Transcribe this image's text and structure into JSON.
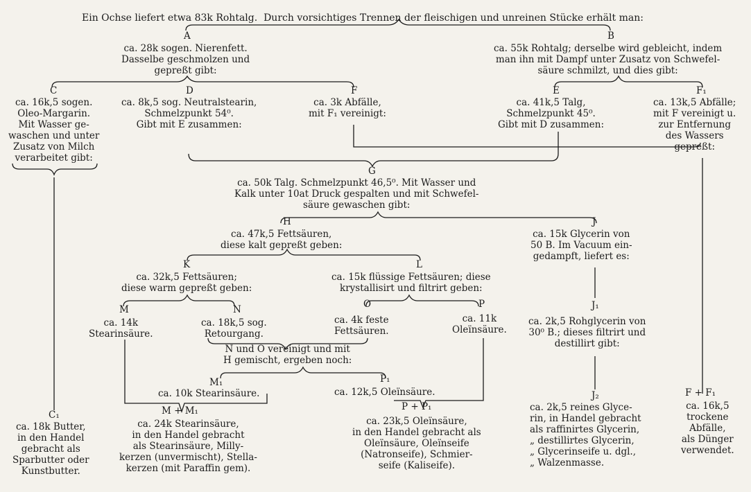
{
  "title": "Ein Ochse liefert etwa 83k Rohtalg.  Durch vorsichtiges Trennen der fleischigen und unreinen Stücke erhält man:",
  "nodes": {
    "A": {
      "label": "A",
      "text": "ca. 28k sogen. Nierenfett.\nDasselbe geschmolzen und\ngepreßt gibt:"
    },
    "B": {
      "label": "B",
      "text": "ca. 55k Rohtalg; derselbe wird gebleicht, indem\nman ihn mit Dampf unter Zusatz von Schwefel-\nsäure schmilzt, und dies gibt:"
    },
    "C": {
      "label": "C",
      "text": "ca. 16k,5 sogen.\nOleo-Margarin.\nMit Wasser ge-\nwaschen und unter\nZusatz von Milch\nverarbeitet gibt:"
    },
    "D": {
      "label": "D",
      "text": "ca. 8k,5 sog. Neutralstearin,\nSchmelzpunkt 54⁰.\nGibt mit E zusammen:"
    },
    "F": {
      "label": "F",
      "text": "ca. 3k Abfälle,\nmit F₁ vereinigt:"
    },
    "E": {
      "label": "E",
      "text": "ca. 41k,5 Talg,\nSchmelzpunkt 45⁰.\nGibt mit D zusammen:"
    },
    "F1": {
      "label": "F₁",
      "text": "ca. 13k,5 Abfälle;\nmit F vereinigt u.\nzur Entfernung\ndes Wassers\ngepreßt:"
    },
    "G": {
      "label": "G",
      "text": "ca. 50k Talg. Schmelzpunkt 46,5⁰. Mit Wasser und\nKalk unter 10at Druck gespalten und mit Schwefel-\nsäure gewaschen gibt:"
    },
    "H": {
      "label": "H",
      "text": "ca. 47k,5 Fettsäuren,\ndiese kalt gepreßt geben:"
    },
    "J": {
      "label": "J",
      "text": "ca. 15k Glycerin von\n50 B. Im Vacuum ein-\ngedampft, liefert es:"
    },
    "K": {
      "label": "K",
      "text": "ca. 32k,5 Fettsäuren;\ndiese warm gepreßt geben:"
    },
    "L": {
      "label": "L",
      "text": "ca. 15k flüssige Fettsäuren; diese\nkrystallisirt und filtrirt geben:"
    },
    "M": {
      "label": "M",
      "text": "ca. 14k\nStearinsäure."
    },
    "N": {
      "label": "N",
      "text": "ca. 18k,5 sog.\nRetourgang."
    },
    "O": {
      "label": "O",
      "text": "ca. 4k feste\nFettsäuren."
    },
    "P": {
      "label": "P",
      "text": "ca. 11k\nOleïnsäure."
    },
    "NO": {
      "text": "N und O vereinigt und mit\nH gemischt, ergeben noch:"
    },
    "J1": {
      "label": "J₁",
      "text": "ca. 2k,5 Rohglycerin von\n30⁰ B.; dieses filtrirt und\ndestillirt gibt:"
    },
    "M1": {
      "label": "M₁",
      "text": "ca. 10k Stearinsäure."
    },
    "P1": {
      "label": "P₁",
      "text": "ca. 12k,5 Oleïnsäure."
    },
    "C1": {
      "label": "C₁",
      "text": "ca. 18k Butter,\nin den Handel\ngebracht als\nSparbutter oder\nKunstbutter."
    },
    "MM1": {
      "label": "M + M₁",
      "text": "ca. 24k Stearinsäure,\nin den Handel gebracht\nals Stearinsäure, Milly-\nkerzen (unvermischt), Stella-\nkerzen (mit Paraffin gem)."
    },
    "PP1": {
      "label": "P + P₁",
      "text": "ca. 23k,5 Oleïnsäure,\nin den Handel gebracht als\nOleïnsäure, Oleïnseife\n(Natronseife), Schmier-\nseife (Kaliseife)."
    },
    "J2": {
      "label": "J₂",
      "text": "ca. 2k,5 reines Glyce-\nrin, in Handel gebracht\nals raffinirtes Glycerin,\n„ destillirtes Glycerin,\n„ Glycerinseife u. dgl.,\n„ Walzenmasse."
    },
    "FF1": {
      "label": "F + F₁",
      "text": "ca. 16k,5\ntrockene\nAbfälle,\nals Dünger\nverwendet."
    }
  }
}
